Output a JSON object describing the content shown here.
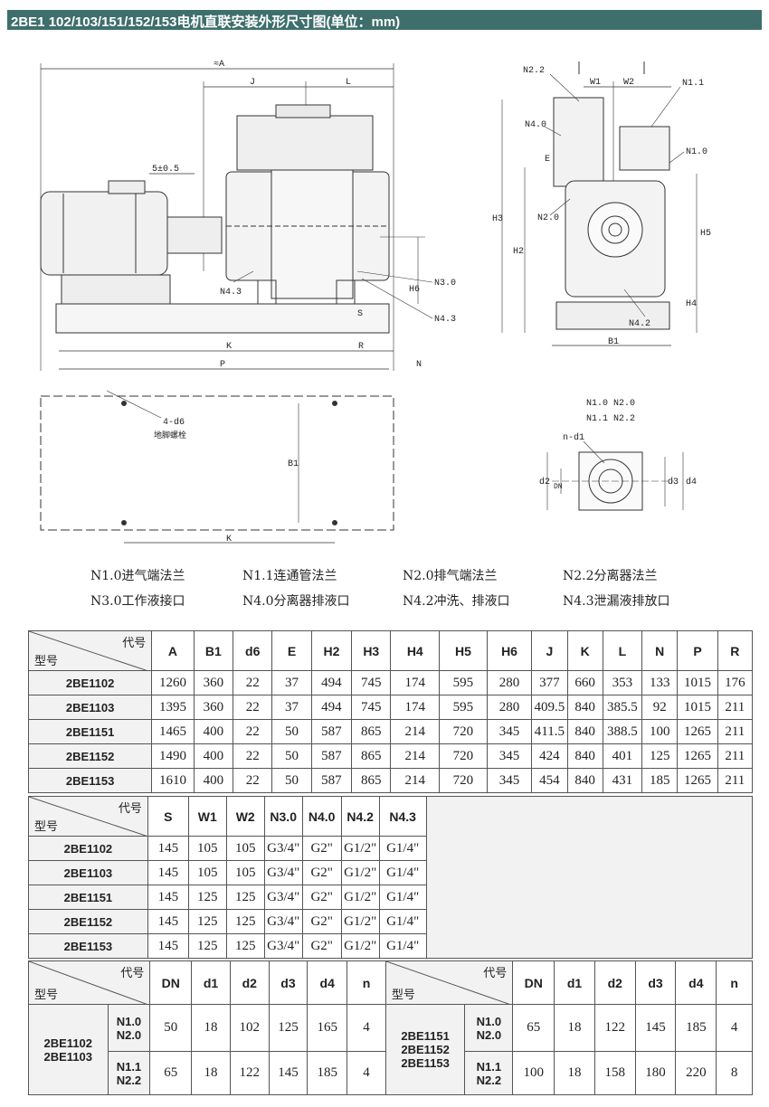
{
  "header": {
    "title": "2BE1 102/103/151/152/153电机直联安装外形尺寸图(单位：mm)"
  },
  "drawing": {
    "dims": {
      "A": "≈A",
      "J": "J",
      "L": "L",
      "s05": "5±0.5",
      "H6": "H6",
      "S": "S",
      "K": "K",
      "R": "R",
      "P": "P",
      "N": "N",
      "W1": "W1",
      "W2": "W2",
      "H3": "H3",
      "H2": "H2",
      "H5": "H5",
      "H4": "H4",
      "B1": "B1",
      "E": "E",
      "d6": "4-d6",
      "bolt": "地脚螺栓",
      "nd1": "n-d1",
      "d2": "d2",
      "DN": "DN",
      "d3": "d3",
      "d4": "d4"
    },
    "ports": {
      "N30": "N3.0",
      "N43": "N4.3",
      "N22": "N2.2",
      "N11": "N1.1",
      "N40": "N4.0",
      "N10": "N1.0",
      "N20": "N2.0",
      "N42": "N4.2",
      "flange1": "N1.0 N2.0",
      "flange2": "N1.1 N2.2"
    }
  },
  "legend": [
    "N1.0进气端法兰",
    "N1.1连通管法兰",
    "N2.0排气端法兰",
    "N2.2分离器法兰",
    "N3.0工作液接口",
    "N4.0分离器排液口",
    "N4.2冲洗、排液口",
    "N4.3泄漏液排放口"
  ],
  "table1": {
    "diag_top": "代号",
    "diag_bottom": "型号",
    "headers": [
      "A",
      "B1",
      "d6",
      "E",
      "H2",
      "H3",
      "H4",
      "H5",
      "H6",
      "J",
      "K",
      "L",
      "N",
      "P",
      "R"
    ],
    "rows": [
      {
        "model": "2BE1102",
        "values": [
          "1260",
          "360",
          "22",
          "37",
          "494",
          "745",
          "174",
          "595",
          "280",
          "377",
          "660",
          "353",
          "133",
          "1015",
          "176"
        ]
      },
      {
        "model": "2BE1103",
        "values": [
          "1395",
          "360",
          "22",
          "37",
          "494",
          "745",
          "174",
          "595",
          "280",
          "409.5",
          "840",
          "385.5",
          "92",
          "1015",
          "211"
        ]
      },
      {
        "model": "2BE1151",
        "values": [
          "1465",
          "400",
          "22",
          "50",
          "587",
          "865",
          "214",
          "720",
          "345",
          "411.5",
          "840",
          "388.5",
          "100",
          "1265",
          "211"
        ]
      },
      {
        "model": "2BE1152",
        "values": [
          "1490",
          "400",
          "22",
          "50",
          "587",
          "865",
          "214",
          "720",
          "345",
          "424",
          "840",
          "401",
          "125",
          "1265",
          "211"
        ]
      },
      {
        "model": "2BE1153",
        "values": [
          "1610",
          "400",
          "22",
          "50",
          "587",
          "865",
          "214",
          "720",
          "345",
          "454",
          "840",
          "431",
          "185",
          "1265",
          "211"
        ]
      }
    ]
  },
  "table2": {
    "diag_top": "代号",
    "diag_bottom": "型号",
    "headers": [
      "S",
      "W1",
      "W2",
      "N3.0",
      "N4.0",
      "N4.2",
      "N4.3"
    ],
    "rows": [
      {
        "model": "2BE1102",
        "values": [
          "145",
          "105",
          "105",
          "G3/4\"",
          "G2\"",
          "G1/2\"",
          "G1/4\""
        ]
      },
      {
        "model": "2BE1103",
        "values": [
          "145",
          "105",
          "105",
          "G3/4\"",
          "G2\"",
          "G1/2\"",
          "G1/4\""
        ]
      },
      {
        "model": "2BE1151",
        "values": [
          "145",
          "125",
          "125",
          "G3/4\"",
          "G2\"",
          "G1/2\"",
          "G1/4\""
        ]
      },
      {
        "model": "2BE1152",
        "values": [
          "145",
          "125",
          "125",
          "G3/4\"",
          "G2\"",
          "G1/2\"",
          "G1/4\""
        ]
      },
      {
        "model": "2BE1153",
        "values": [
          "145",
          "125",
          "125",
          "G3/4\"",
          "G2\"",
          "G1/2\"",
          "G1/4\""
        ]
      }
    ]
  },
  "table3": {
    "diag_top": "代号",
    "diag_bottom": "型号",
    "headers": [
      "DN",
      "d1",
      "d2",
      "d3",
      "d4",
      "n"
    ],
    "left": {
      "models": [
        "2BE1102",
        "2BE1103"
      ],
      "ports": [
        [
          "N1.0",
          "N2.0"
        ],
        [
          "N1.1",
          "N2.2"
        ]
      ],
      "values": [
        [
          "50",
          "18",
          "102",
          "125",
          "165",
          "4"
        ],
        [
          "65",
          "18",
          "122",
          "145",
          "185",
          "4"
        ]
      ]
    },
    "right": {
      "models": [
        "2BE1151",
        "2BE1152",
        "2BE1153"
      ],
      "ports": [
        [
          "N1.0",
          "N2.0"
        ],
        [
          "N1.1",
          "N2.2"
        ]
      ],
      "values": [
        [
          "65",
          "18",
          "122",
          "145",
          "185",
          "4"
        ],
        [
          "100",
          "18",
          "158",
          "180",
          "220",
          "8"
        ]
      ]
    }
  }
}
